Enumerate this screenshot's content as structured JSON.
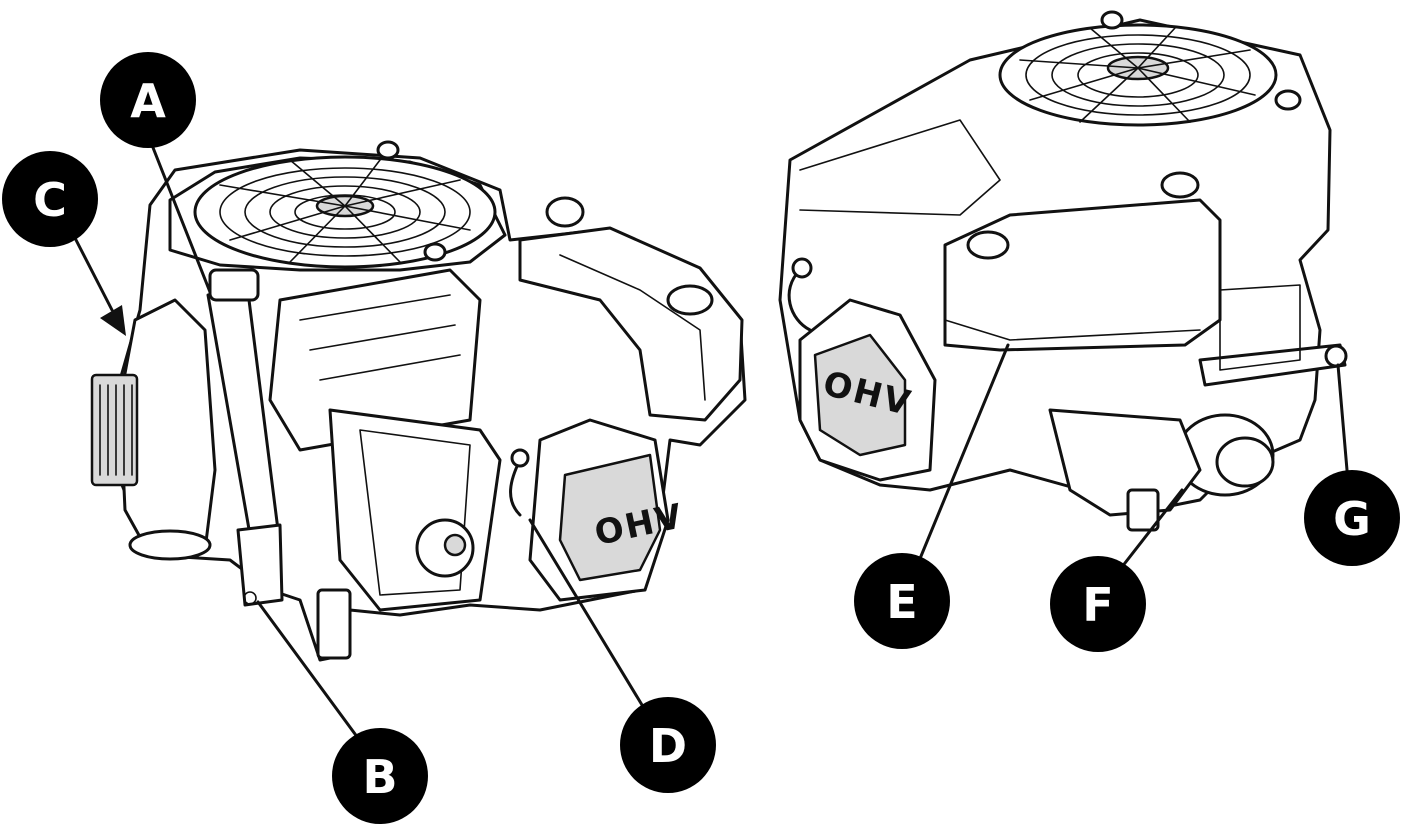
{
  "callouts": [
    {
      "id": "A",
      "label": "A"
    },
    {
      "id": "B",
      "label": "B"
    },
    {
      "id": "C",
      "label": "C"
    },
    {
      "id": "D",
      "label": "D"
    },
    {
      "id": "E",
      "label": "E"
    },
    {
      "id": "F",
      "label": "F"
    },
    {
      "id": "G",
      "label": "G"
    }
  ],
  "engine_left": {
    "valve_cover_text": "OHV"
  },
  "engine_right": {
    "valve_cover_text": "OHV"
  },
  "colors": {
    "badge_fill": "#000000",
    "badge_text": "#ffffff",
    "line": "#111111",
    "background": "#ffffff"
  }
}
